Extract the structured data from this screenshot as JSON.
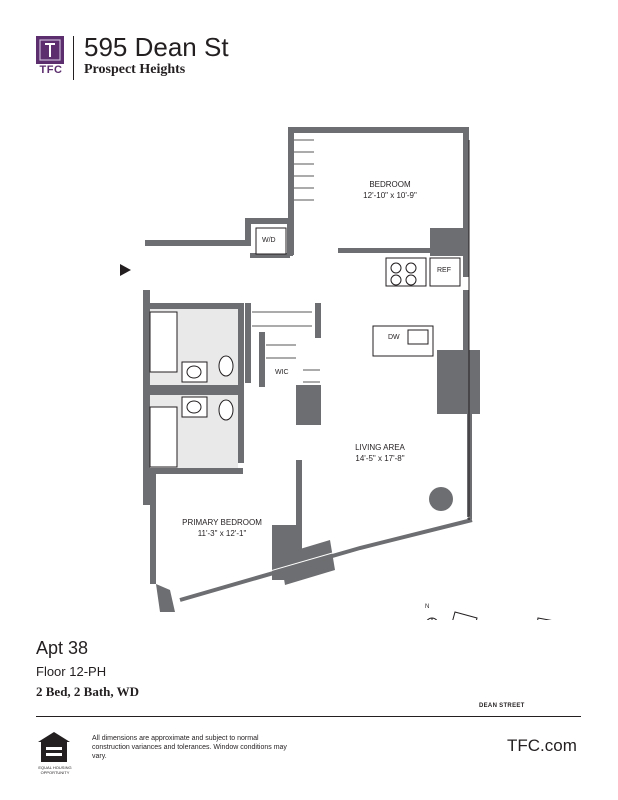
{
  "brand": {
    "logo_text": "TFC",
    "site": "TFC.com"
  },
  "header": {
    "address": "595 Dean St",
    "neighborhood": "Prospect Heights"
  },
  "rooms": {
    "bedroom": {
      "label": "BEDROOM",
      "dims": "12'-10\" x 10'-9\""
    },
    "living": {
      "label": "LIVING AREA",
      "dims": "14'-5\" x 17'-8\""
    },
    "primary": {
      "label": "PRIMARY BEDROOM",
      "dims": "11'-3\" x 12'-1\""
    },
    "wic": "WIC",
    "wd": "W/D",
    "dw": "DW",
    "ref": "REF"
  },
  "unit": {
    "apt": "Apt 38",
    "floor": "Floor 12-PH",
    "summary": "2 Bed, 2 Bath, WD"
  },
  "key_plan": {
    "street": "DEAN STREET",
    "north": "N"
  },
  "footer": {
    "eho": "EQUAL HOUSING OPPORTUNITY",
    "disclaimer": "All dimensions are approximate and subject to normal construction variances and tolerances. Window conditions may vary."
  },
  "colors": {
    "brand_purple": "#5c2e6e",
    "wall": "#6d6e71",
    "ink": "#231f20"
  }
}
